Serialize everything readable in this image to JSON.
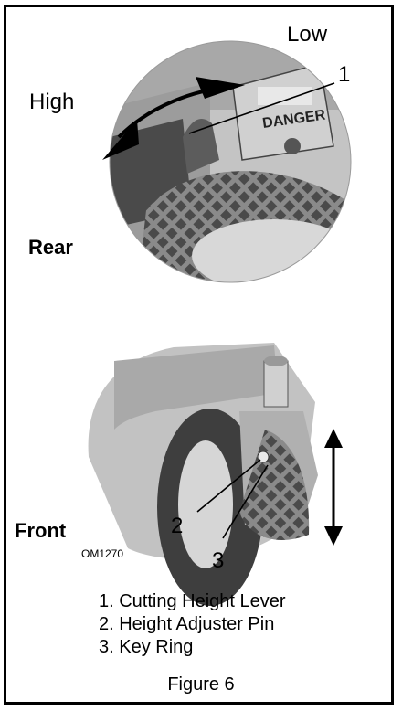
{
  "labels": {
    "low": "Low",
    "high": "High",
    "rear": "Rear",
    "front": "Front",
    "callout_1": "1",
    "callout_2": "2",
    "callout_3": "3",
    "figure_code": "OM1270"
  },
  "legend": [
    "1.  Cutting Height Lever",
    "2.  Height Adjuster Pin",
    "3.  Key Ring"
  ],
  "caption": "Figure 6",
  "danger_decal": "DANGER",
  "colors": {
    "photo_gray": "#bcbcbc",
    "line": "#000000",
    "background": "#ffffff"
  }
}
